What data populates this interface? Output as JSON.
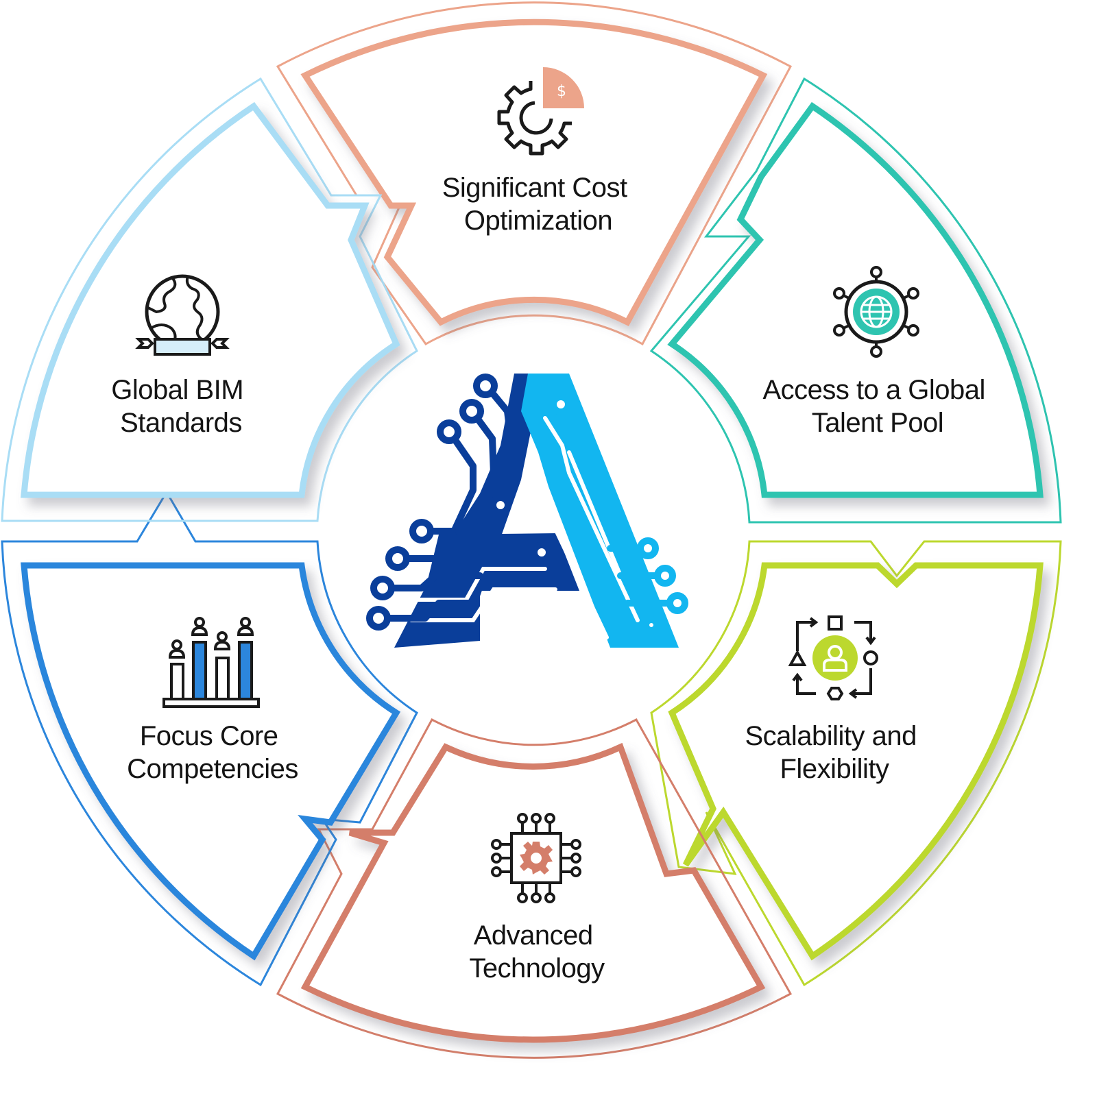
{
  "segments": [
    {
      "id": "cost",
      "line1": "Significant Cost",
      "line2": "Optimization",
      "color": "#ECA48A",
      "icon": "gear-dollar-icon"
    },
    {
      "id": "talent",
      "line1": "Access to a Global",
      "line2": "Talent Pool",
      "color": "#2EC4B0",
      "icon": "globe-network-icon"
    },
    {
      "id": "scalability",
      "line1": "Scalability and",
      "line2": "Flexibility",
      "color": "#BCD82E",
      "icon": "scalability-cycle-icon"
    },
    {
      "id": "technology",
      "line1": "Advanced",
      "line2": "Technology",
      "color": "#D47E6A",
      "icon": "chip-gear-icon"
    },
    {
      "id": "competencies",
      "line1": "Focus Core",
      "line2": "Competencies",
      "color": "#2C86DC",
      "icon": "people-bar-chart-icon"
    },
    {
      "id": "standards",
      "line1": "Global BIM",
      "line2": "Standards",
      "color": "#A9DDF5",
      "icon": "globe-ribbon-icon"
    }
  ],
  "center_logo": {
    "icon": "circuit-letter-a-logo",
    "dark": "#0A3E9A",
    "light": "#12B6F0"
  }
}
